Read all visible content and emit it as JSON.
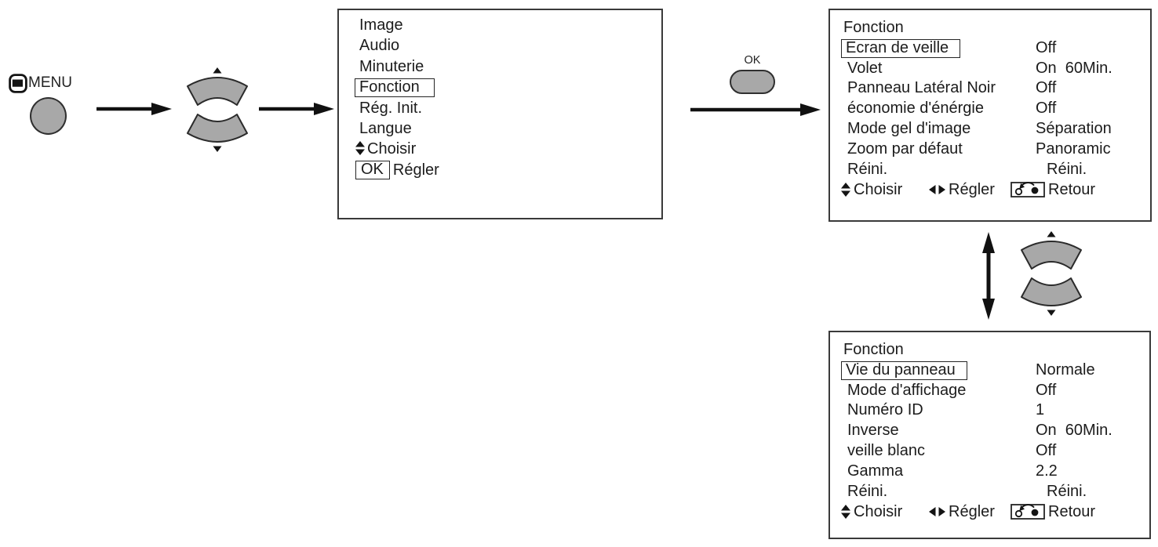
{
  "colors": {
    "button_gray": "#a8a8a8",
    "button_stroke": "#2f2f2f",
    "box_border": "#3a3a3a",
    "text": "#1c1c1c"
  },
  "remote": {
    "menu_label": "MENU",
    "ok_label": "OK"
  },
  "main_menu": {
    "items": [
      "Image",
      "Audio",
      "Minuterie",
      "Fonction",
      "Rég. Init.",
      "Langue"
    ],
    "selected_item": "Fonction",
    "choisir_label": "Choisir",
    "ok_key_label": "OK",
    "regler_label": "Régler"
  },
  "fonction_page1": {
    "title": "Fonction",
    "selected_item": "Ecran de veille",
    "rows": [
      {
        "label": "Ecran de veille",
        "value": "Off"
      },
      {
        "label": "Volet",
        "value": "On  60Min."
      },
      {
        "label": "Panneau Latéral Noir",
        "value": "Off"
      },
      {
        "label": "économie d'énérgie",
        "value": "Off"
      },
      {
        "label": "Mode gel d'image",
        "value": "Séparation"
      },
      {
        "label": "Zoom par défaut",
        "value": "Panoramic"
      },
      {
        "label": "Réini.",
        "value": "Réini."
      }
    ],
    "footer": {
      "choisir": "Choisir",
      "regler": "Régler",
      "retour": "Retour"
    }
  },
  "fonction_page2": {
    "title": "Fonction",
    "selected_item": "Vie du panneau",
    "rows": [
      {
        "label": "Vie du panneau",
        "value": "Normale"
      },
      {
        "label": "Mode d'affichage",
        "value": "Off"
      },
      {
        "label": "Numéro ID",
        "value": "1"
      },
      {
        "label": "Inverse",
        "value": "On  60Min."
      },
      {
        "label": "veille blanc",
        "value": "Off"
      },
      {
        "label": "Gamma",
        "value": "2.2"
      },
      {
        "label": "Réini.",
        "value": "Réini."
      }
    ],
    "footer": {
      "choisir": "Choisir",
      "regler": "Régler",
      "retour": "Retour"
    }
  }
}
